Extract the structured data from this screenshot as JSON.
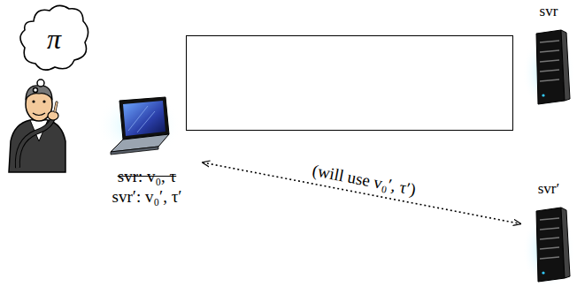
{
  "diagram": {
    "nodes": [
      {
        "text": [
          "π"
        ]
      },
      {
        "text": [
          "svr: v₀, τ",
          "svr′: v₀′, τ′"
        ]
      },
      {
        "text": [
          "svr"
        ]
      },
      {
        "text": [
          "svr′"
        ]
      }
    ],
    "edges": [
      {
        "from": 1,
        "to": 3,
        "arrow": "both",
        "label": "(will use v₀′, τ′)"
      }
    ]
  }
}
